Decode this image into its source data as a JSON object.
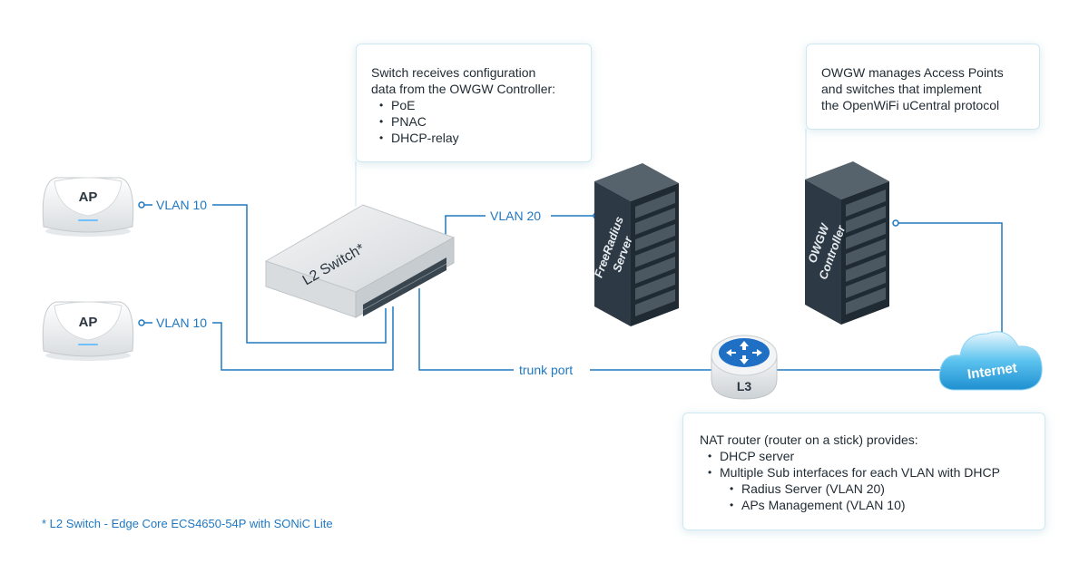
{
  "devices": {
    "ap_top": "AP",
    "ap_bottom": "AP",
    "switch": "L2 Switch*",
    "radius_line1": "FreeRadius",
    "radius_line2": "Server",
    "owgw_line1": "OWGW",
    "owgw_line2": "Controller",
    "router": "L3",
    "cloud": "Internet"
  },
  "links": {
    "ap_top": "VLAN 10",
    "ap_bottom": "VLAN 10",
    "radius": "VLAN 20",
    "trunk": "trunk port"
  },
  "callouts": {
    "switch": {
      "line1": "Switch receives configuration",
      "line2": "data from the OWGW Controller:",
      "items": [
        "PoE",
        "PNAC",
        "DHCP-relay"
      ]
    },
    "owgw": {
      "line1": "OWGW manages Access Points",
      "line2": "and switches that implement",
      "line3": "the OpenWiFi uCentral protocol"
    },
    "nat": {
      "title": "NAT router  (router on a stick) provides:",
      "items": [
        "DHCP server",
        "Multiple Sub interfaces for each VLAN with DHCP"
      ],
      "subitems": [
        "Radius Server (VLAN 20)",
        "APs Management (VLAN 10)"
      ]
    }
  },
  "footnote": "* L2 Switch -  Edge Core ECS4650-54P with SONiC Lite",
  "colors": {
    "link": "#1f78c1",
    "callout_border": "#cfe9f2",
    "rack": "#2d3944",
    "router": "#1f6fc4",
    "cloud": "#2aa9e6"
  }
}
